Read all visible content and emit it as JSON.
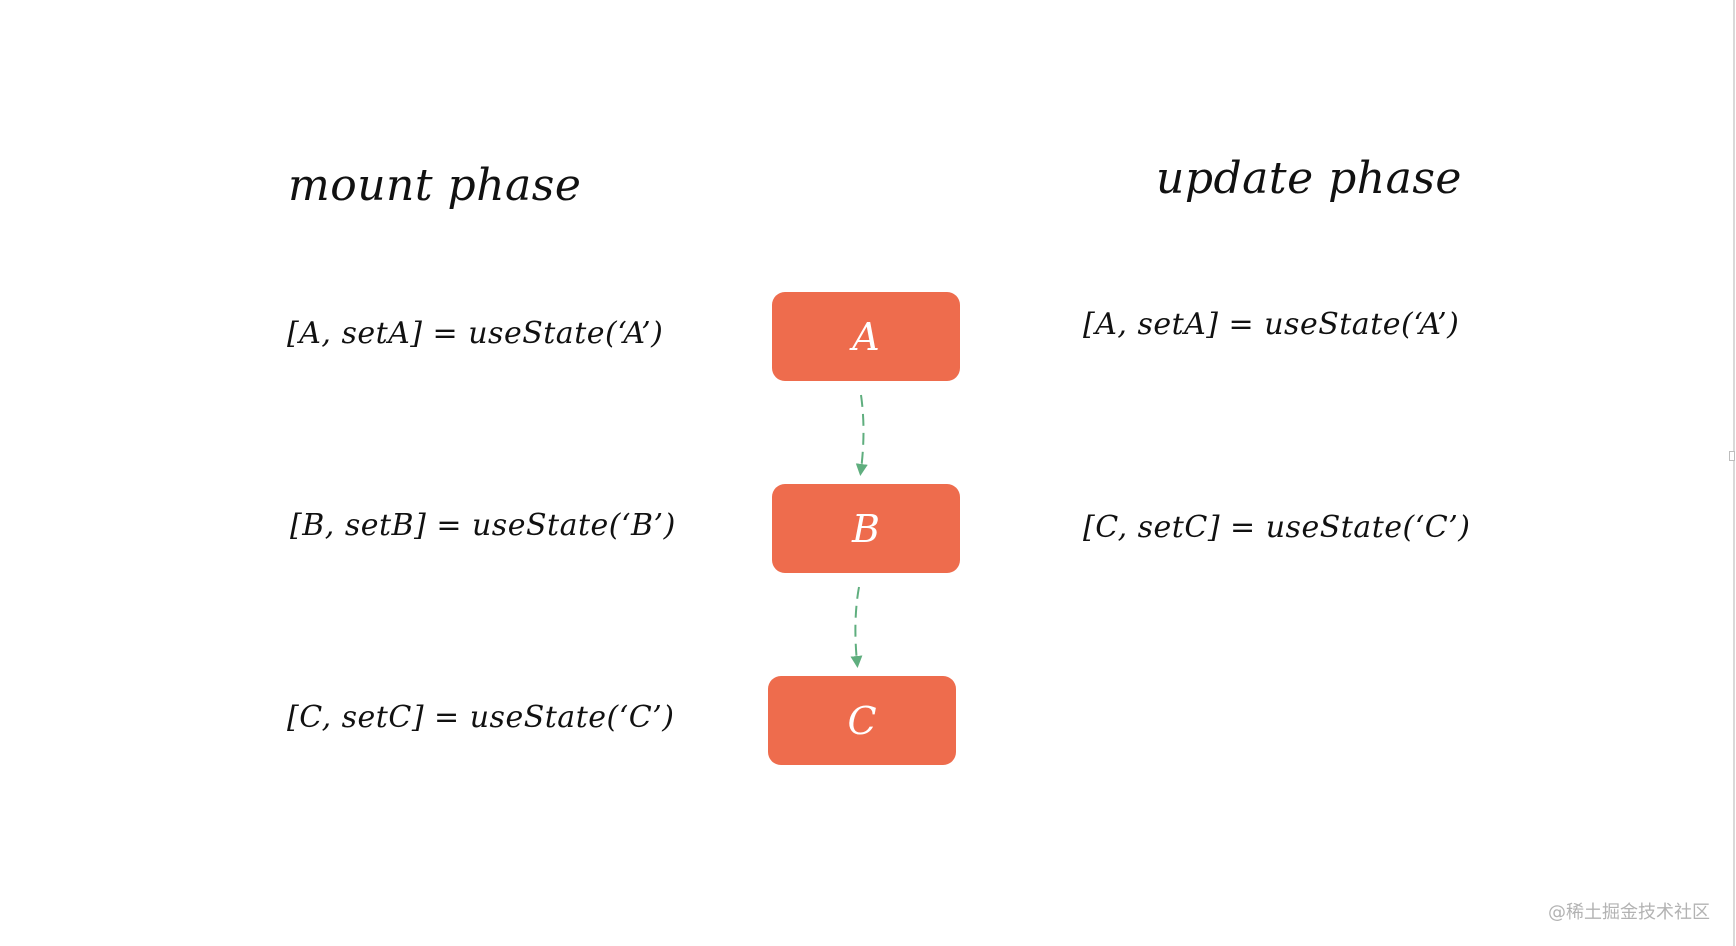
{
  "headings": {
    "mount": "mount phase",
    "update": "update phase"
  },
  "mount_calls": [
    "[A, setA] = useState(‘A’)",
    "[B, setB] = useState(‘B’)",
    "[C, setC] = useState(‘C’)"
  ],
  "update_calls": [
    "[A, setA] = useState(‘A’)",
    "[C, setC] = useState(‘C’)"
  ],
  "nodes": [
    {
      "label": "A"
    },
    {
      "label": "B"
    },
    {
      "label": "C"
    }
  ],
  "watermark": "@稀土掘金技术社区",
  "colors": {
    "node_fill": "#ee6c4d",
    "node_text": "#ffffff",
    "arrow": "#5fae7e",
    "text": "#111111",
    "watermark": "#b3b3b3"
  },
  "icons": {
    "arrow": "dashed-arrow-down-icon"
  }
}
